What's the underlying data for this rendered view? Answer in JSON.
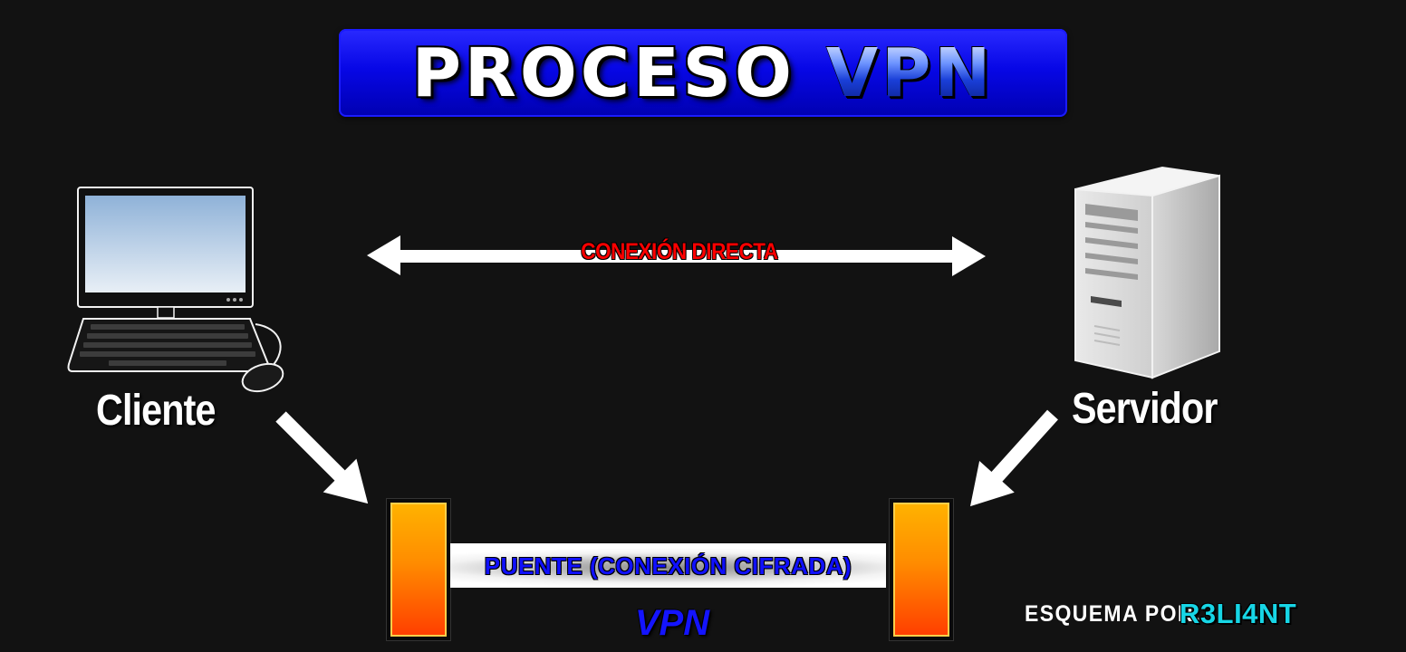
{
  "title": {
    "word_1": "PROCESO",
    "word_2": "VPN"
  },
  "nodes": {
    "client": {
      "label": "Cliente",
      "icon": "desktop-computer-icon"
    },
    "server": {
      "label": "Servidor",
      "icon": "server-tower-icon"
    }
  },
  "connections": {
    "direct_label": "CONEXIÓN DIRECTA",
    "tunnel_label": "PUENTE (CONEXIÓN CIFRADA)",
    "tunnel_name": "VPN"
  },
  "credit": {
    "prefix": "ESQUEMA POR:",
    "author": "R3LI4NT"
  },
  "colors": {
    "background": "#121212",
    "banner_blue": "#0707e6",
    "direct_label_red": "#ff0000",
    "tunnel_blue": "#1010ff",
    "pillar_orange": "#ff8c00",
    "author_cyan": "#17d6e6"
  }
}
